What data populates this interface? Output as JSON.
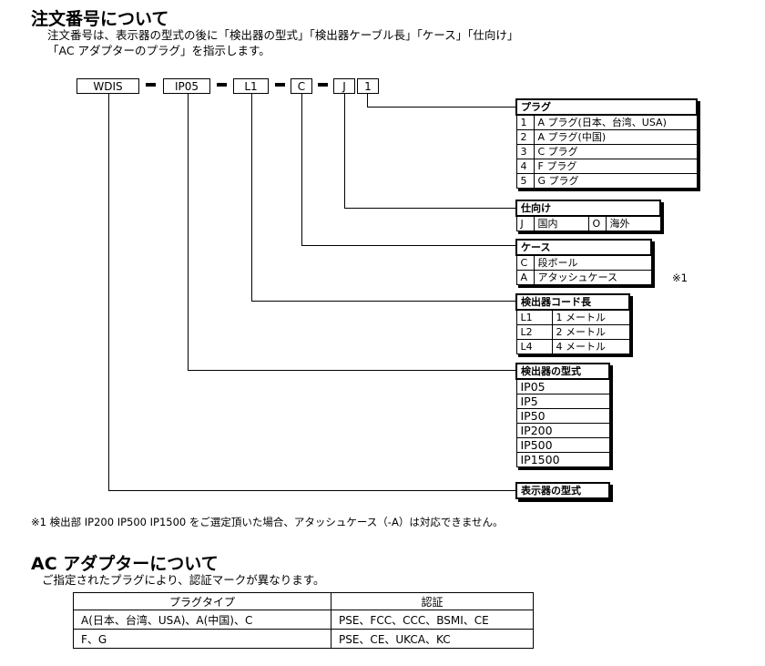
{
  "order_section": {
    "title": "注文番号について",
    "desc_line1": "注文番号は、表示器の型式の後に「検出器の型式」「検出器ケーブル長」「ケース」「仕向け」",
    "desc_line2": "「AC アダプターのプラグ」を指示します。"
  },
  "code_parts": [
    "WDIS",
    "IP05",
    "L1",
    "C",
    "J",
    "1"
  ],
  "plug_table": {
    "title": "プラグ",
    "rows": [
      [
        "1",
        "A プラグ(日本、台湾、USA)"
      ],
      [
        "2",
        "A プラグ(中国)"
      ],
      [
        "3",
        "C プラグ"
      ],
      [
        "4",
        "F プラグ"
      ],
      [
        "5",
        "G プラグ"
      ]
    ]
  },
  "destination_table": {
    "title": "仕向け",
    "row": [
      "J",
      "国内",
      "O",
      "海外"
    ]
  },
  "case_table": {
    "title": "ケース",
    "rows": [
      [
        "C",
        "段ボール"
      ],
      [
        "A",
        "アタッシュケース"
      ]
    ],
    "note_mark": "※1"
  },
  "cord_table": {
    "title": "検出器コード長",
    "rows": [
      [
        "L1",
        "1 メートル"
      ],
      [
        "L2",
        "2 メートル"
      ],
      [
        "L4",
        "4 メートル"
      ]
    ]
  },
  "detector_table": {
    "title": "検出器の型式",
    "rows": [
      "IP05",
      "IP5",
      "IP50",
      "IP200",
      "IP500",
      "IP1500"
    ]
  },
  "display_table": {
    "title": "表示器の型式"
  },
  "footnote": "※1  検出部  IP200  IP500  IP1500  をご選定頂いた場合、アタッシュケース（-A）は対応できません。",
  "adapter_section": {
    "title": "AC アダプターについて",
    "desc": "ご指定されたプラグにより、認証マークが異なります。",
    "headers": [
      "プラグタイプ",
      "認証"
    ],
    "rows": [
      [
        "A(日本、台湾、USA)、A(中国)、C",
        "PSE、FCC、CCC、BSMI、CE"
      ],
      [
        "F、G",
        "PSE、CE、UKCA、KC"
      ]
    ]
  }
}
